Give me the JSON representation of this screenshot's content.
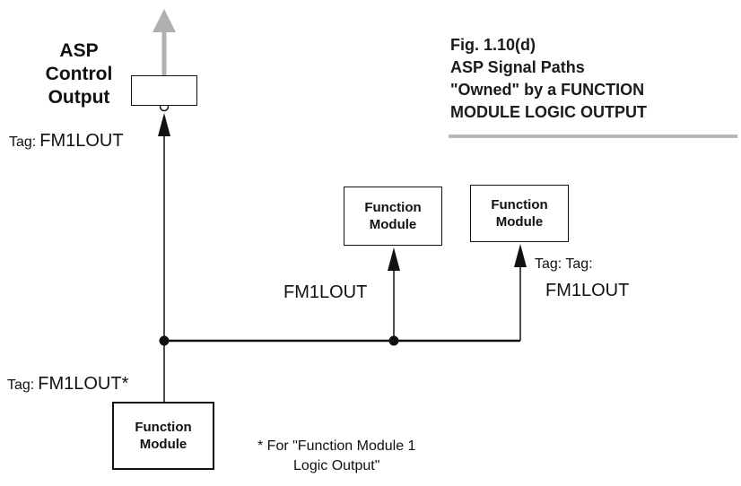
{
  "asp_output": {
    "label_line1": "ASP",
    "label_line2": "Control",
    "label_line3": "Output"
  },
  "figure": {
    "line1": "Fig. 1.10(d)",
    "line2": "ASP Signal Paths",
    "line3": "\"Owned\" by a FUNCTION",
    "line4": "MODULE LOGIC OUTPUT"
  },
  "tags": {
    "asp_tag_prefix": "Tag:",
    "asp_tag_value": "FM1LOUT",
    "fm1_input": "FM1LOUT",
    "fm2_tag_prefix": "Tag: Tag:",
    "fm2_tag_value": "FM1LOUT",
    "source_tag_prefix": "Tag:",
    "source_tag_value": "FM1LOUT*"
  },
  "modules": {
    "fm_top_left_line1": "Function",
    "fm_top_left_line2": "Module",
    "fm_top_right_line1": "Function",
    "fm_top_right_line2": "Module",
    "fm_source_line1": "Function",
    "fm_source_line2": "Module"
  },
  "footnote": {
    "line1": "* For \"Function Module 1",
    "line2": "Logic Output\""
  },
  "colors": {
    "line": "#111111",
    "arrow_up_gray": "#b0b0b0",
    "rule_gray": "#b9b9b9"
  }
}
